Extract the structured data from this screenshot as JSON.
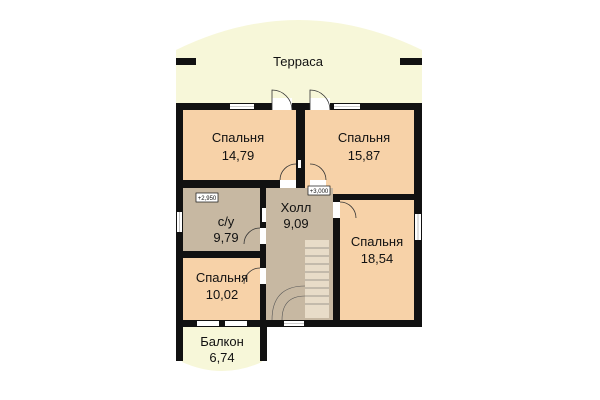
{
  "colors": {
    "terrace": "#f7f7d9",
    "room_peach": "#f7d2a8",
    "room_gray": "#c7b8a2",
    "wall": "#111111",
    "window": "#ffffff"
  },
  "rooms": {
    "terrace": {
      "name": "Терраса"
    },
    "bedroom_1": {
      "name": "Спальня",
      "area": "14,79"
    },
    "bedroom_2": {
      "name": "Спальня",
      "area": "15,87"
    },
    "bathroom": {
      "name": "с/у",
      "area": "9,79"
    },
    "hall": {
      "name": "Холл",
      "area": "9,09"
    },
    "bedroom_3": {
      "name": "Спальня",
      "area": "18,54"
    },
    "bedroom_4": {
      "name": "Спальня",
      "area": "10,02"
    },
    "balcony": {
      "name": "Балкон",
      "area": "6,74"
    }
  },
  "levels": {
    "bathroom": "+2,950",
    "hall": "+3,000"
  }
}
